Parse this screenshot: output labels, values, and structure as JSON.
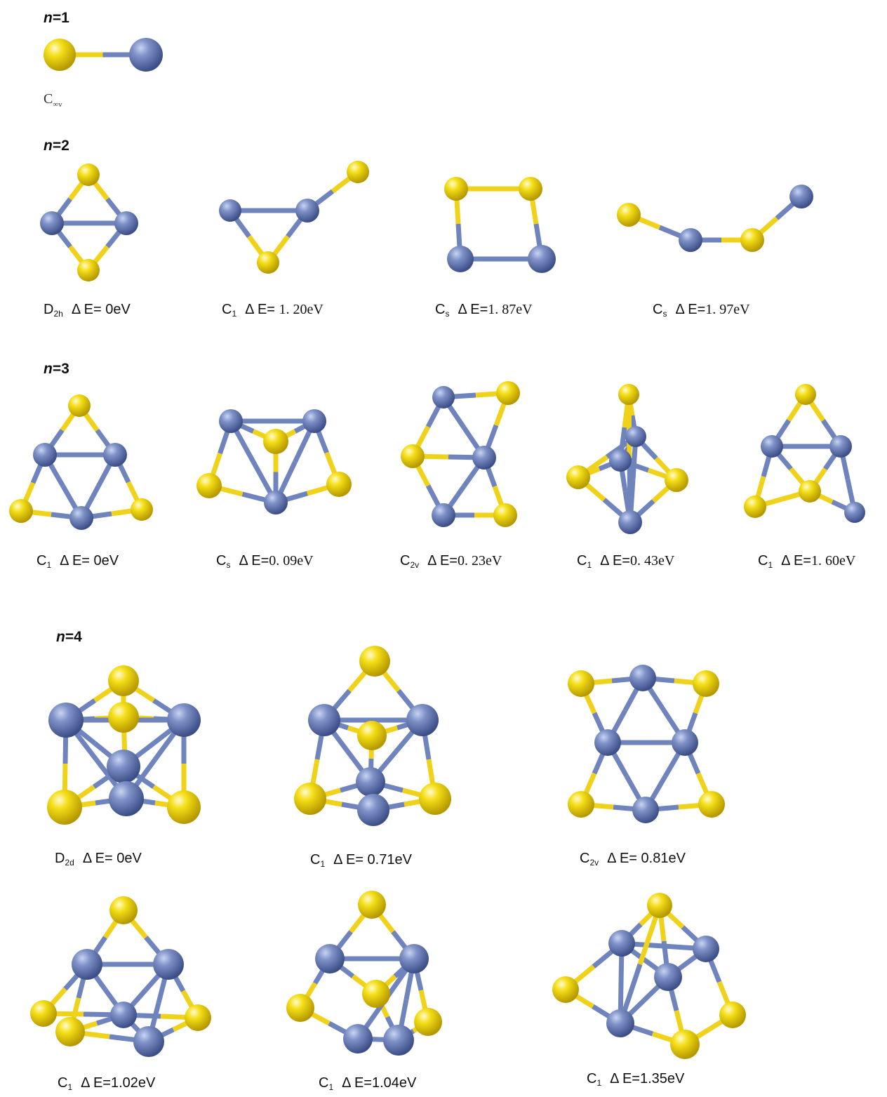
{
  "colors": {
    "cation": "#6a80b8",
    "anion": "#f2d814",
    "bond_blue": "#6f84bd",
    "bond_yellow": "#f0d21a"
  },
  "sections": [
    {
      "label_n": "n",
      "label_rest": "=1",
      "structures": [
        {
          "symmetry_main": "C",
          "symmetry_sub": "∞v",
          "energy": ""
        }
      ]
    },
    {
      "label_n": "n",
      "label_rest": "=2",
      "structures": [
        {
          "symmetry_main": "D",
          "symmetry_sub": "2h",
          "energy_prefix": "Δ E= ",
          "energy": "0eV"
        },
        {
          "symmetry_main": "C",
          "symmetry_sub": "1",
          "energy_prefix": "Δ E= ",
          "energy": "1. 20eV"
        },
        {
          "symmetry_main": "C",
          "symmetry_sub": "s",
          "energy_prefix": "Δ E=",
          "energy": "1. 87eV"
        },
        {
          "symmetry_main": "C",
          "symmetry_sub": "s",
          "energy_prefix": "Δ E=",
          "energy": "1. 97eV"
        }
      ]
    },
    {
      "label_n": "n",
      "label_rest": "=3",
      "structures": [
        {
          "symmetry_main": "C",
          "symmetry_sub": "1",
          "energy_prefix": "Δ E= ",
          "energy": "0eV"
        },
        {
          "symmetry_main": "C",
          "symmetry_sub": "s",
          "energy_prefix": "Δ E=",
          "energy": "0. 09eV"
        },
        {
          "symmetry_main": "C",
          "symmetry_sub": "2v",
          "energy_prefix": "Δ E=",
          "energy": "0. 23eV"
        },
        {
          "symmetry_main": "C",
          "symmetry_sub": "1",
          "energy_prefix": "Δ E=",
          "energy": "0. 43eV"
        },
        {
          "symmetry_main": "C",
          "symmetry_sub": "1",
          "energy_prefix": "Δ E=",
          "energy": "1. 60eV"
        }
      ]
    },
    {
      "label_n": "n",
      "label_rest": "=4",
      "structures": [
        {
          "symmetry_main": "D",
          "symmetry_sub": "2d",
          "energy_prefix": "Δ E= ",
          "energy": "0eV"
        },
        {
          "symmetry_main": "C",
          "symmetry_sub": "1",
          "energy_prefix": "Δ E= ",
          "energy": "0.71eV"
        },
        {
          "symmetry_main": "C",
          "symmetry_sub": "2v",
          "energy_prefix": "Δ E= ",
          "energy": "0.81eV"
        },
        {
          "symmetry_main": "C",
          "symmetry_sub": "1",
          "energy_prefix": "Δ E=",
          "energy": "1.02eV"
        },
        {
          "symmetry_main": "C",
          "symmetry_sub": "1",
          "energy_prefix": "Δ E=",
          "energy": "1.04eV"
        },
        {
          "symmetry_main": "C",
          "symmetry_sub": "1",
          "energy_prefix": "Δ E=",
          "energy": "1.35eV"
        }
      ]
    }
  ]
}
